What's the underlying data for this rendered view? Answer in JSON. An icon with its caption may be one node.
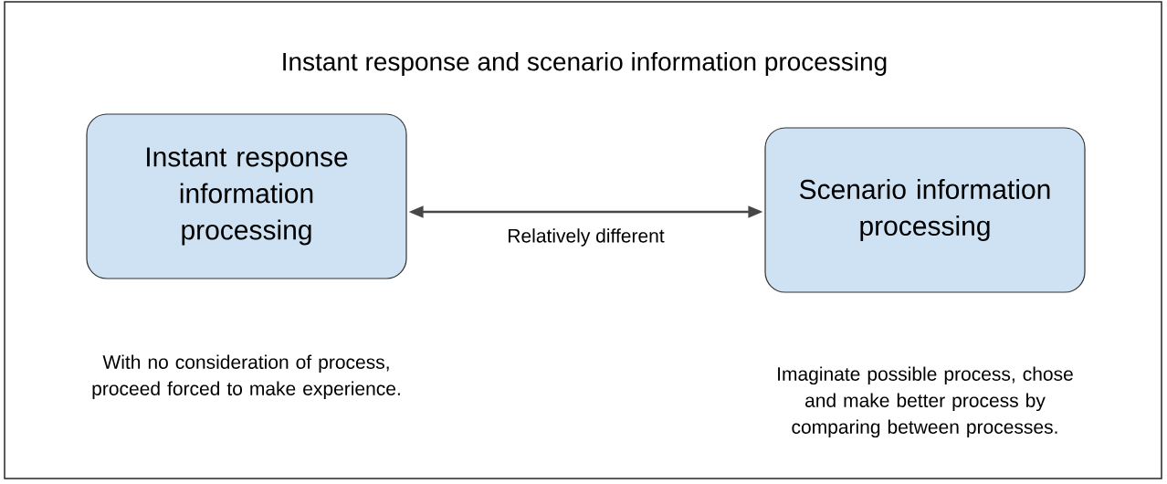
{
  "diagram": {
    "title": "Instant response and scenario information processing",
    "nodes": [
      {
        "text": [
          "Instant response information processing"
        ],
        "beside": [
          "With no consideration of process, proceed forced to make experience."
        ]
      },
      {
        "text": [
          "Scenario information processing"
        ],
        "beside": [
          "Imaginate possible process, chose and make better process by comparing between processes."
        ]
      }
    ],
    "edges": [
      {
        "from": 0,
        "to": 1,
        "arrow": "both",
        "label": "Relatively different"
      }
    ]
  }
}
